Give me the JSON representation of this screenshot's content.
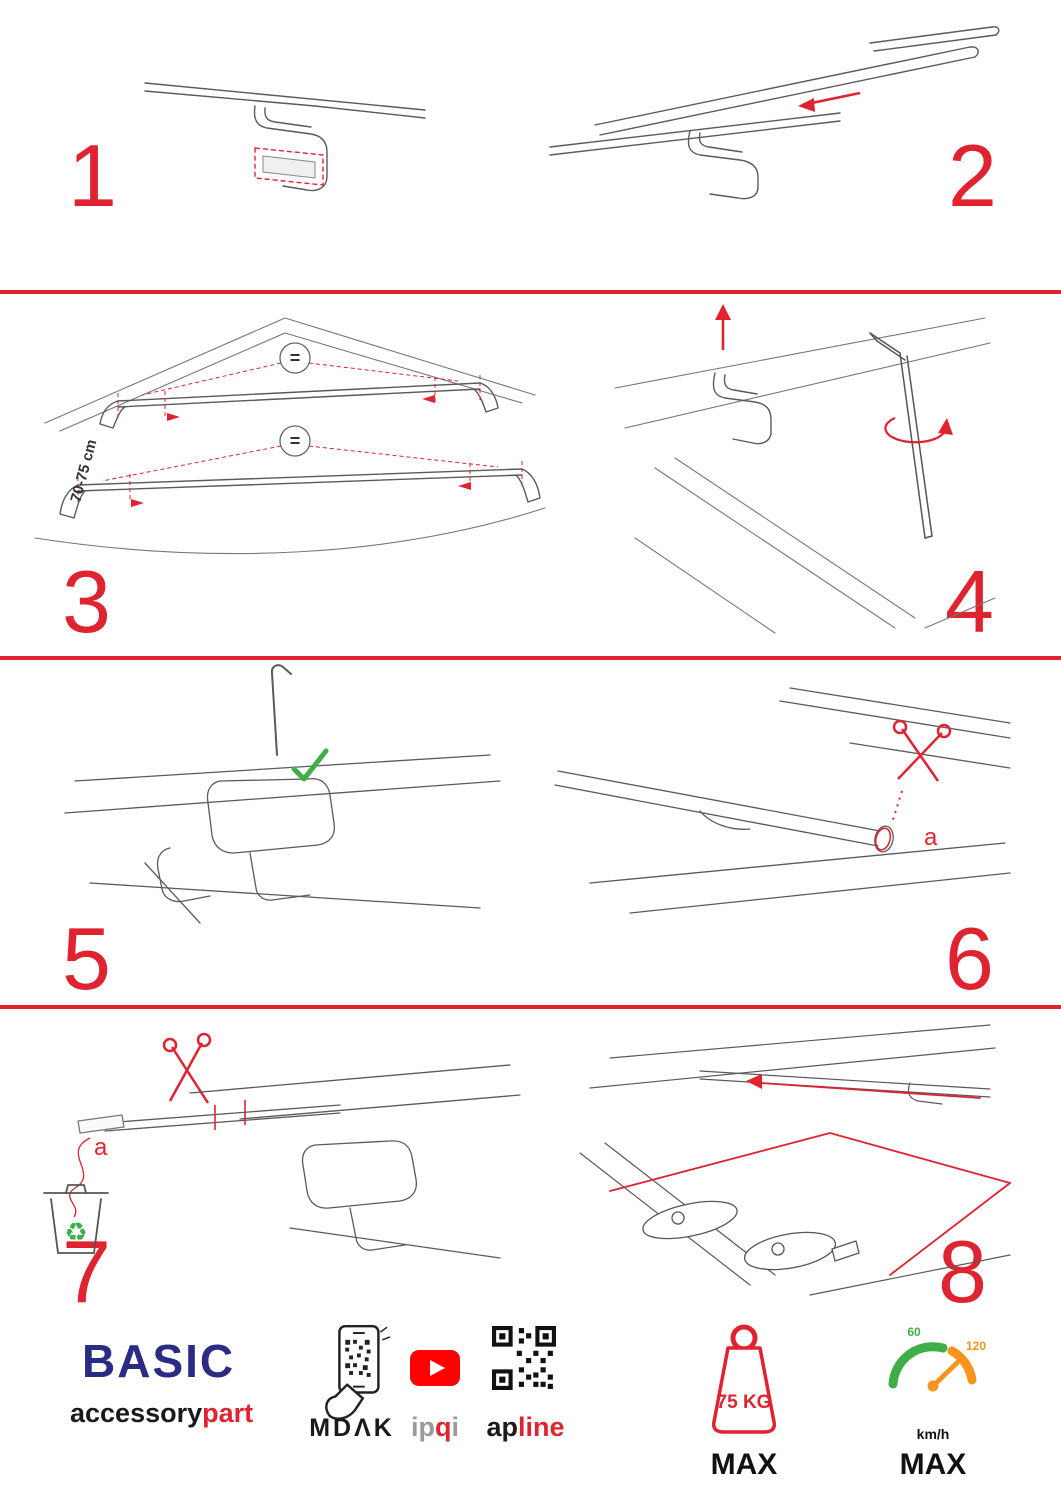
{
  "page": {
    "colors": {
      "accent_red": "#e02330",
      "green": "#3fae49",
      "orange": "#f7941d",
      "brand_blue": "#2b2b85",
      "youtube_red": "#ff0000"
    }
  },
  "steps": {
    "s1": {
      "number": "1"
    },
    "s2": {
      "number": "2"
    },
    "s3": {
      "number": "3",
      "equal": "=",
      "measurement": "70-75 cm"
    },
    "s4": {
      "number": "4"
    },
    "s5": {
      "number": "5"
    },
    "s6": {
      "number": "6",
      "label_a": "a"
    },
    "s7": {
      "number": "7",
      "label_a": "a",
      "recycle_glyph": "♻"
    },
    "s8": {
      "number": "8"
    }
  },
  "footer": {
    "brand_title": "BASIC",
    "brand_sub_left": "accessory",
    "brand_sub_right": "part",
    "partner_mdak": "MDΛK",
    "partner_ipqi_left": "ip",
    "partner_ipqi_mid": "q",
    "partner_ipqi_right": "i",
    "partner_apline_left": "ap",
    "partner_apline_right": "line",
    "weight_limit": "75 KG",
    "weight_max_label": "MAX",
    "speed_tick_low": "60",
    "speed_tick_high": "120",
    "speed_unit": "km/h",
    "speed_max_label": "MAX"
  }
}
